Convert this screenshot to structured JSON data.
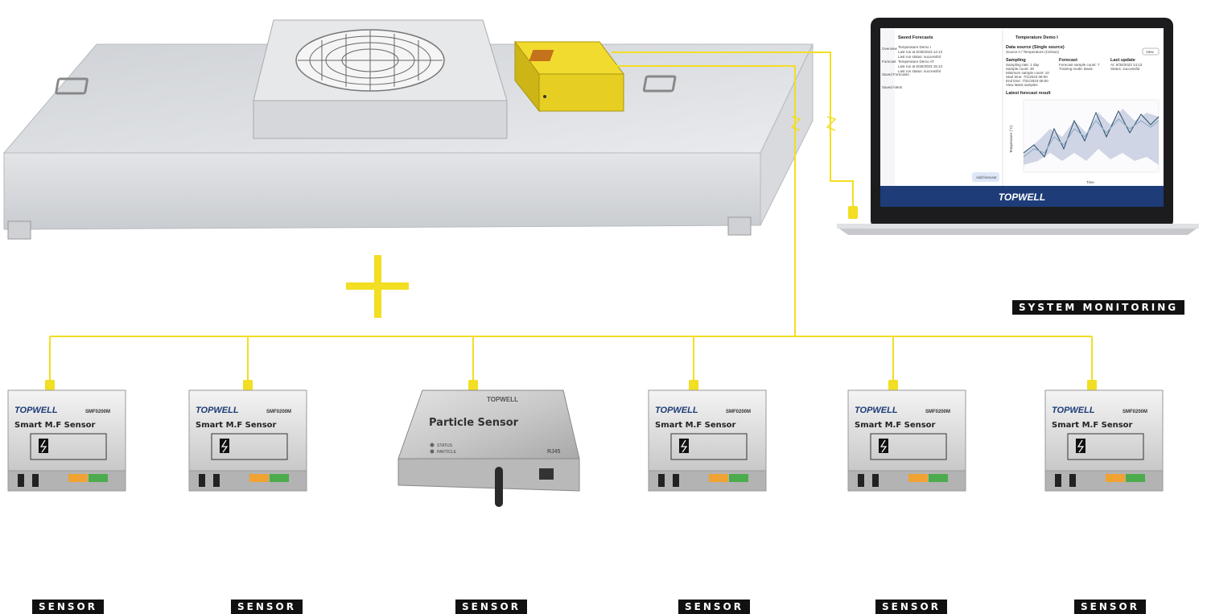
{
  "colors": {
    "wire": "#f2de22",
    "tag_bg": "#111111",
    "tag_fg": "#ffffff",
    "controller": "#e6cf22",
    "laptop_footer": "#1d3c78"
  },
  "labels": {
    "system_monitoring": "SYSTEM MONITORING",
    "sensor": "SENSOR"
  },
  "plus_icon": "plus-icon",
  "sensors": [
    {
      "brand": "TOPWELL",
      "model": "SMF0200M",
      "title": "Smart M.F Sensor",
      "tag": "SENSOR"
    },
    {
      "brand": "TOPWELL",
      "model": "SMF0200M",
      "title": "Smart M.F Sensor",
      "tag": "SENSOR"
    },
    {
      "brand": "TOPWELL",
      "model": "",
      "title": "Particle Sensor",
      "tag": "SENSOR",
      "status": "STATUS",
      "particle": "PARTICLE",
      "port": "RJ45"
    },
    {
      "brand": "TOPWELL",
      "model": "SMF0200M",
      "title": "Smart M.F Sensor",
      "tag": "SENSOR"
    },
    {
      "brand": "TOPWELL",
      "model": "SMF0200M",
      "title": "Smart M.F Sensor",
      "tag": "SENSOR"
    },
    {
      "brand": "TOPWELL",
      "model": "SMF0200M",
      "title": "Smart M.F Sensor",
      "tag": "SENSOR"
    }
  ],
  "laptop": {
    "brand": "TOPWELL",
    "sidebar": [
      "Overview",
      "Forecast",
      "Saved Forecasts",
      "Saved Alerts"
    ],
    "list_title": "Saved Forecasts",
    "list_items": [
      {
        "name": "Temperature Demo I",
        "line1": "Last run at 6/30/2023 14:13",
        "line2": "Last run status: successful"
      },
      {
        "name": "Temperature Demo AT",
        "line1": "Last run at 6/30/2023 15:13",
        "line2": "Last run status: successful"
      }
    ],
    "add_button": "Add forecast",
    "detail_title": "Temperature Demo I",
    "data_source_label": "Data source (Single source)",
    "data_source_value": "Source A / Temperature (Celsius)",
    "view_button": "View",
    "sampling_label": "Sampling",
    "sampling_lines": [
      "Sampling rate: 1 day",
      "Sample count: 30",
      "Minimum sample count: 10",
      "Start time: 7/1/2023 08:00",
      "End time: 7/31/2023 08:00",
      "View latest samples"
    ],
    "forecast_label": "Forecast",
    "forecast_lines": [
      "Forecast sample count: 7",
      "Training mode: Basic"
    ],
    "last_update_label": "Last update",
    "last_update_lines": [
      "At: 6/30/2023 14:13",
      "Status: successful"
    ],
    "chart_title": "Latest forecast result",
    "chart_xlabel": "Time",
    "chart_ylabel": "Temperature (°C)"
  }
}
